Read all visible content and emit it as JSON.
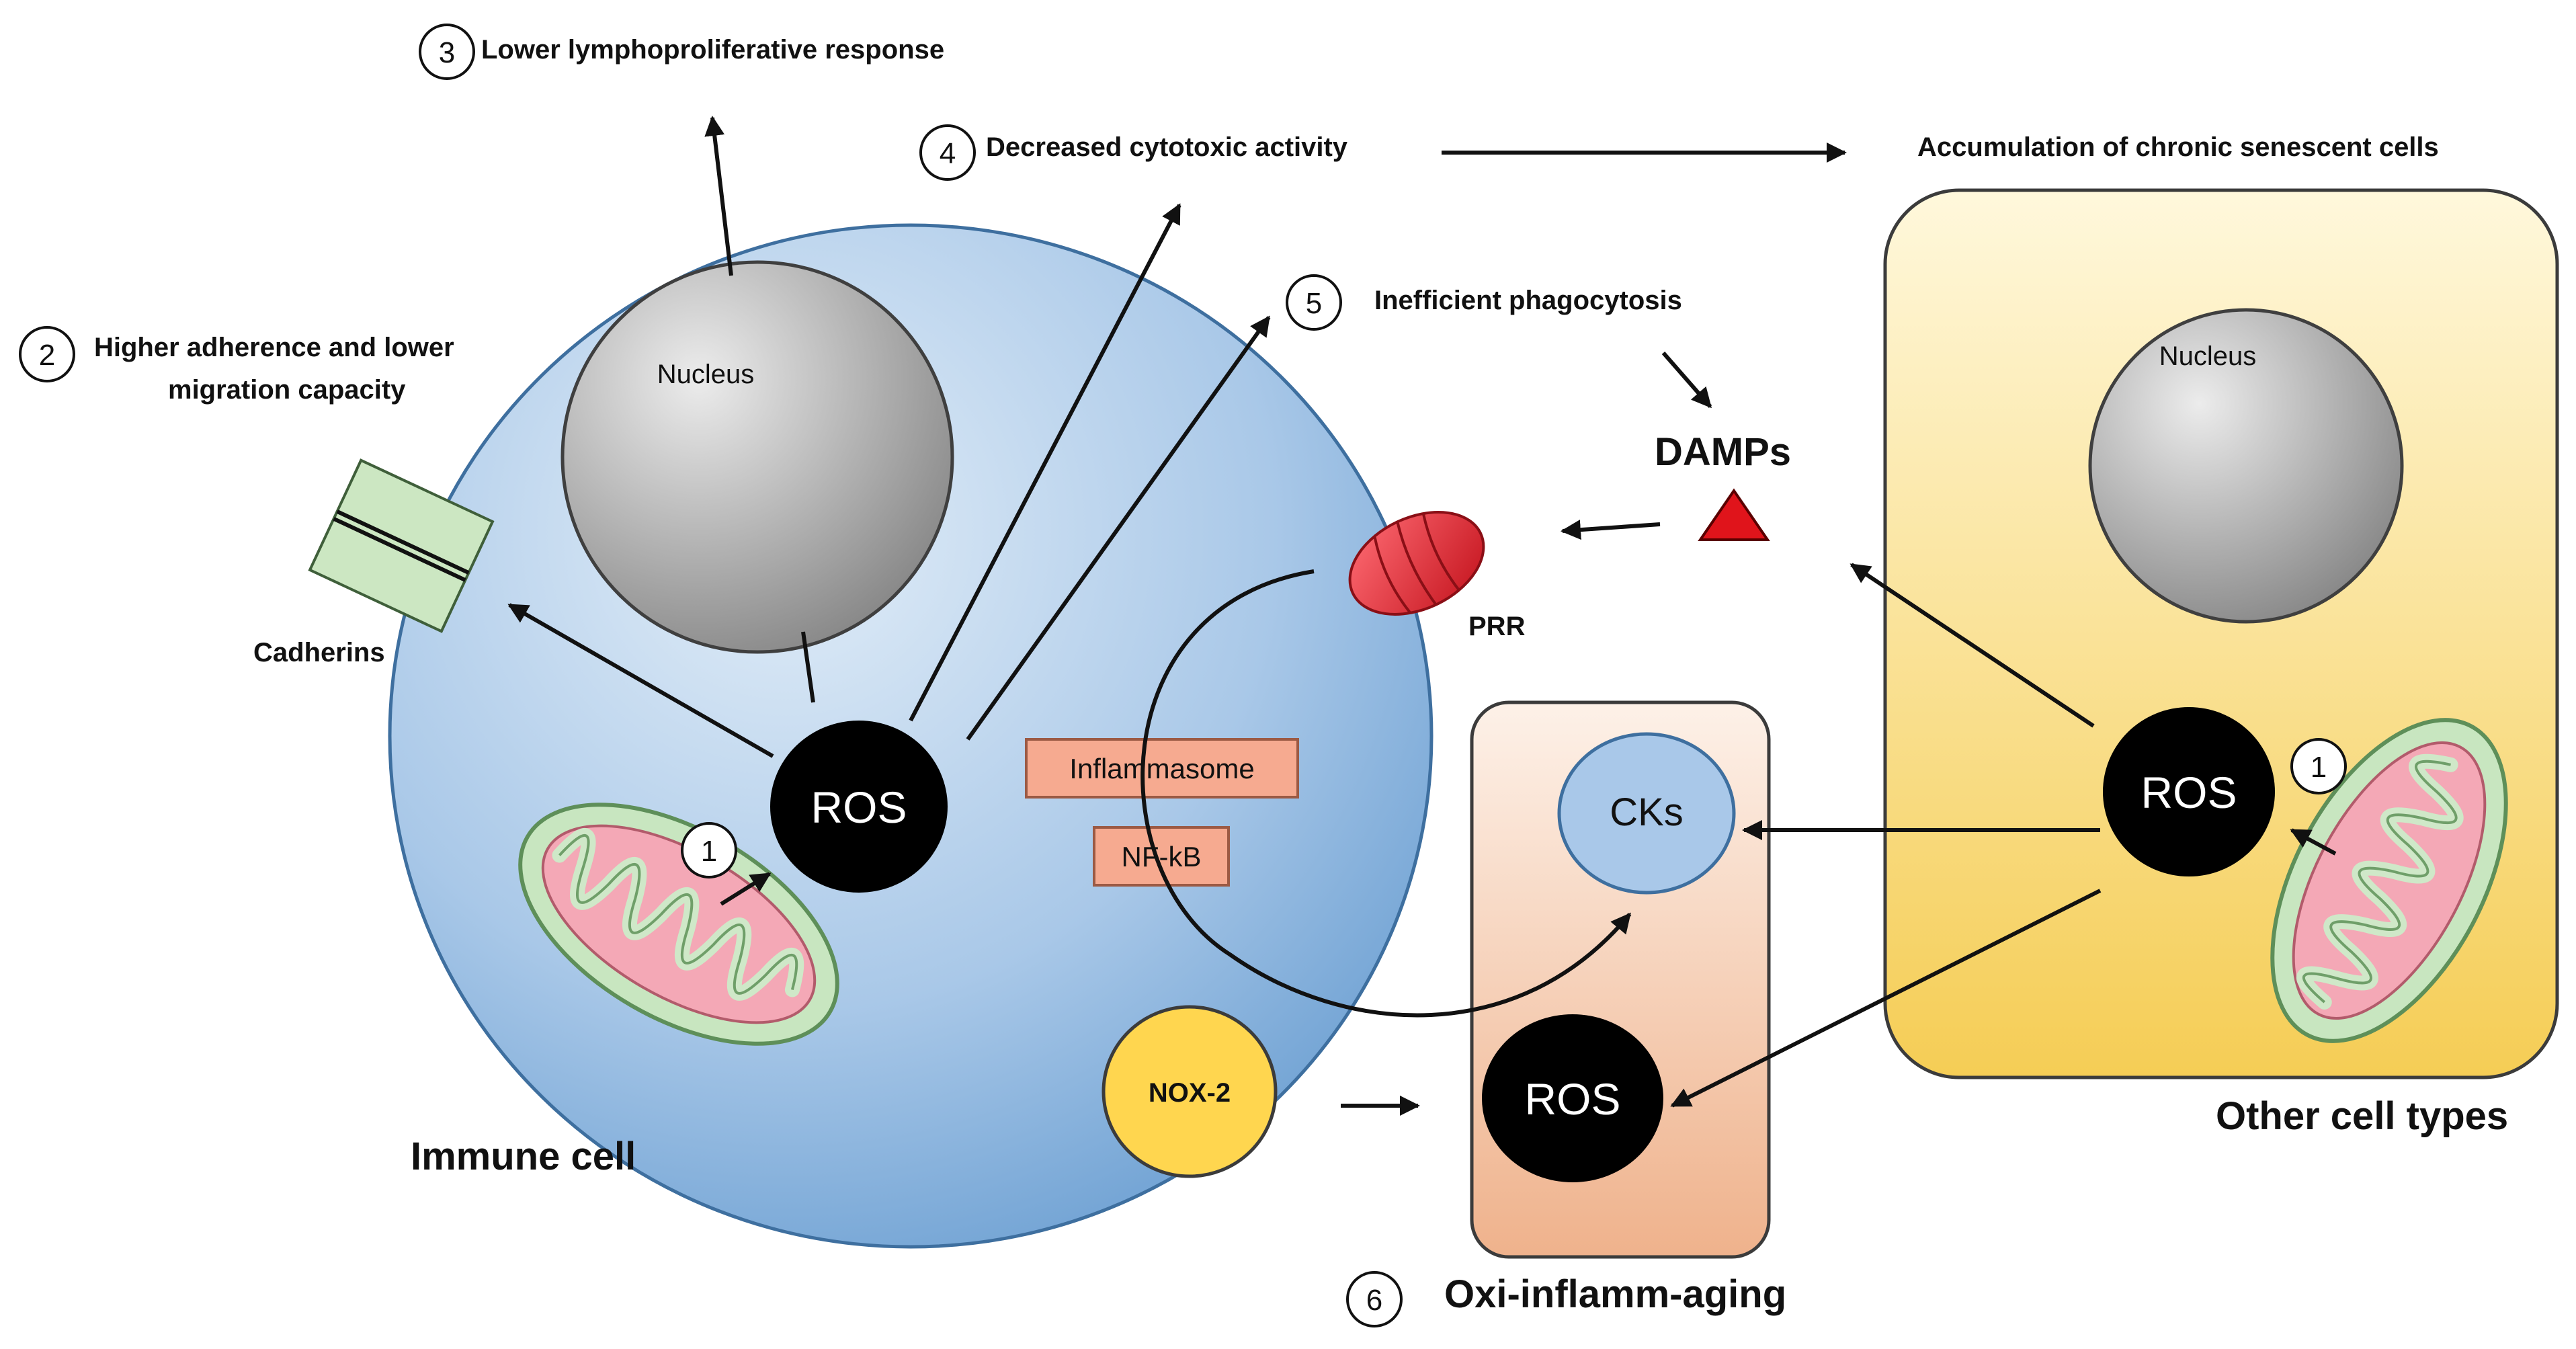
{
  "steps": {
    "s1": "1",
    "s2": "2",
    "s3": "3",
    "s4": "4",
    "s5": "5",
    "s6": "6"
  },
  "labels": {
    "lower_lympho": "Lower lymphoproliferative response",
    "decreased_cytotoxic": "Decreased cytotoxic activity",
    "accumulation": "Accumulation of chronic senescent cells",
    "higher_adherence_1": "Higher adherence and lower",
    "higher_adherence_2": "migration capacity",
    "inefficient_phago": "Inefficient phagocytosis",
    "damps": "DAMPs",
    "cadherins": "Cadherins",
    "nucleus": "Nucleus",
    "prr": "PRR",
    "ros": "ROS",
    "inflammasome": "Inflammasome",
    "nfkb": "NF-kB",
    "cks": "CKs",
    "nox2": "NOX-2",
    "immune_cell": "Immune cell",
    "other_cell_types": "Other cell types",
    "oxi_inflamm_aging": "Oxi-inflamm-aging"
  },
  "colors": {
    "immune_cell_light": "#d9e8f6",
    "immune_cell_dark": "#5f97cf",
    "other_cell_light": "#fff6d5",
    "other_cell_dark": "#f4cc52",
    "oxi_box_light": "#fbe8db",
    "oxi_box_dark": "#efb48f",
    "nucleus_light": "#e6e6e6",
    "nucleus_dark": "#8a8a8a",
    "ros": "#000000",
    "cks": "#a8c7e8",
    "nox2": "#ffd54f",
    "label_box": "#f5a98e",
    "cadherin": "#c9e5bf",
    "prr": "#e8303a",
    "damps_triangle": "#e0141b",
    "mito_outer": "#c7e6bf",
    "mito_inner": "#f2a5b5"
  },
  "icons": {
    "mitochondrion": "mitochondrion-icon",
    "receptor": "prr-receptor-icon",
    "danger_signal": "triangle-icon",
    "adhesion": "cadherin-icon"
  }
}
